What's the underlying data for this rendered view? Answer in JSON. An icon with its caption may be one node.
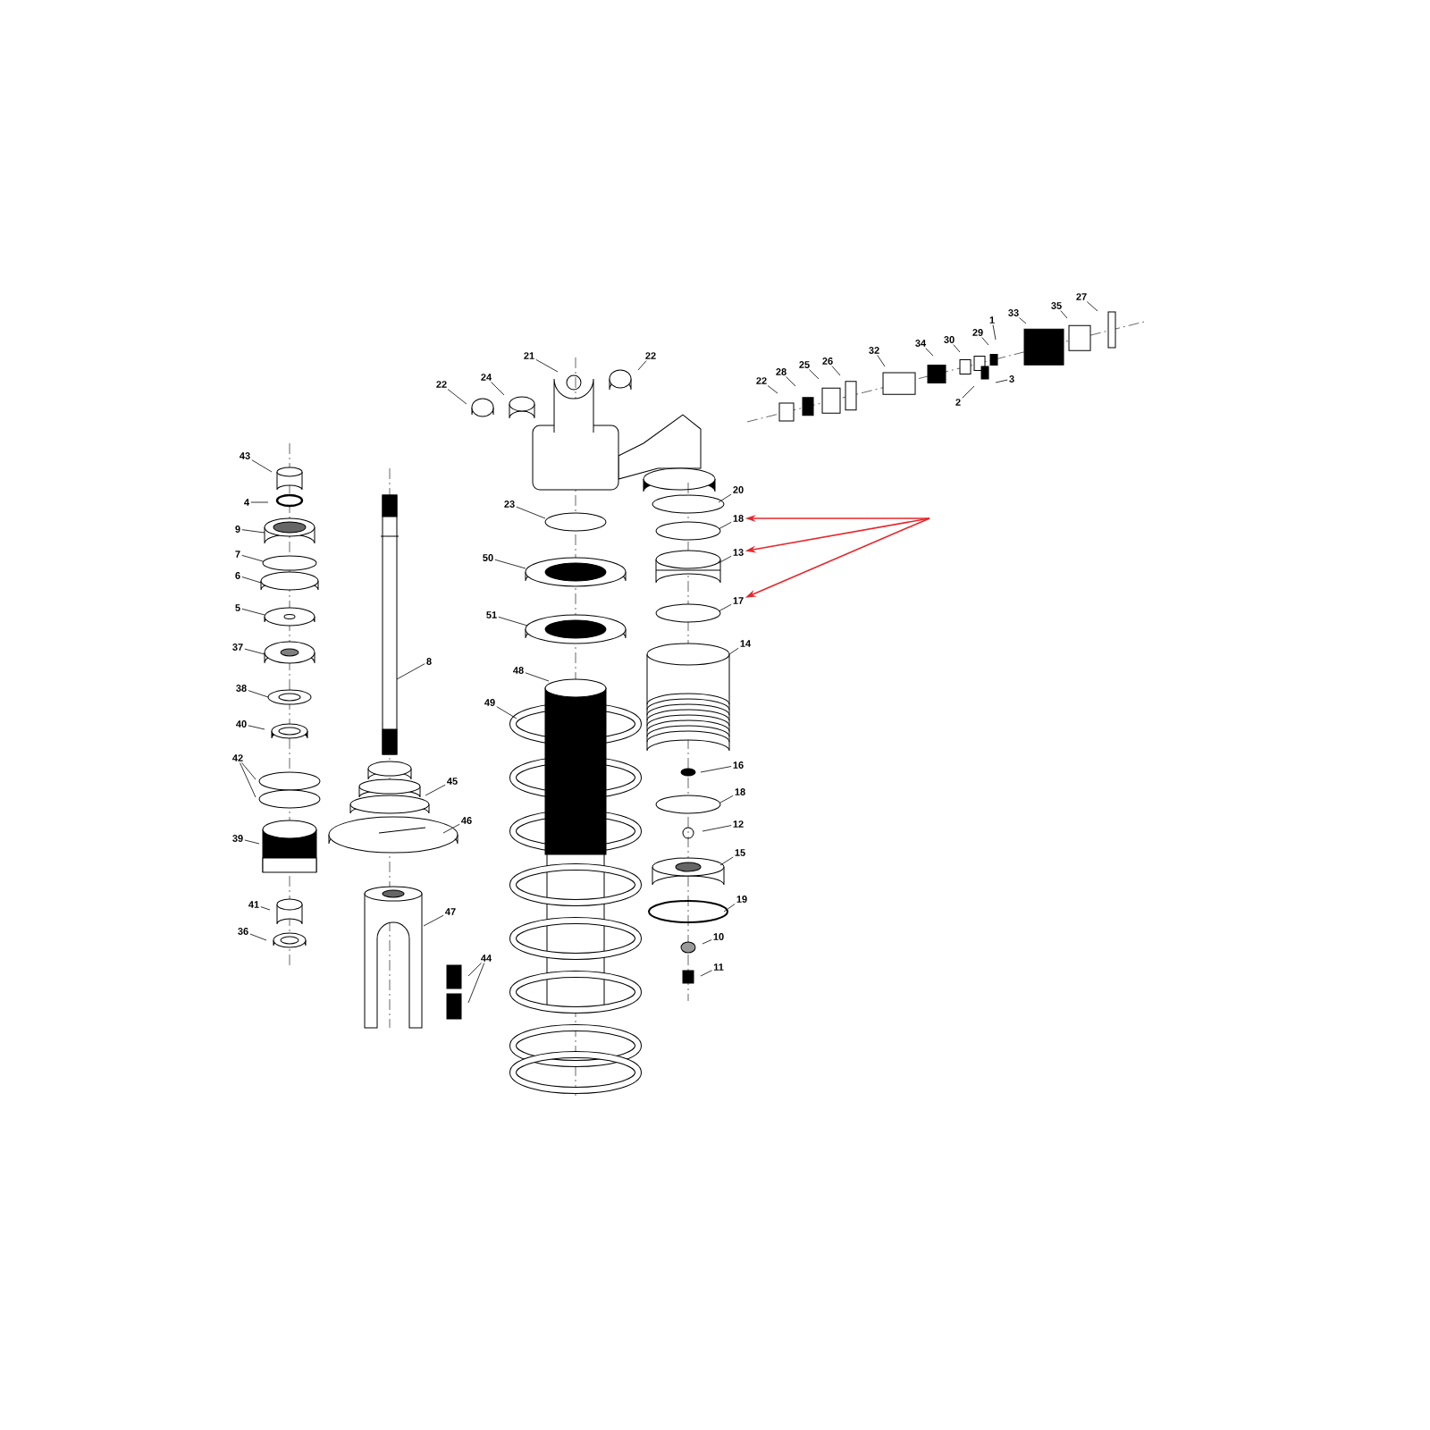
{
  "diagram": {
    "nodes": [
      {
        "text": [
          "43"
        ]
      },
      {
        "text": [
          "4"
        ]
      },
      {
        "text": [
          "9"
        ]
      },
      {
        "text": [
          "7"
        ]
      },
      {
        "text": [
          "6"
        ]
      },
      {
        "text": [
          "5"
        ]
      },
      {
        "text": [
          "37"
        ]
      },
      {
        "text": [
          "38"
        ]
      },
      {
        "text": [
          "40"
        ]
      },
      {
        "text": [
          "42"
        ]
      },
      {
        "text": [
          "39"
        ]
      },
      {
        "text": [
          "41"
        ]
      },
      {
        "text": [
          "36"
        ]
      },
      {
        "text": [
          "8"
        ]
      },
      {
        "text": [
          "45"
        ]
      },
      {
        "text": [
          "46"
        ]
      },
      {
        "text": [
          "47"
        ]
      },
      {
        "text": [
          "44"
        ]
      },
      {
        "text": [
          "21"
        ]
      },
      {
        "text": [
          "22"
        ]
      },
      {
        "text": [
          "22"
        ]
      },
      {
        "text": [
          "24"
        ]
      },
      {
        "text": [
          "23"
        ]
      },
      {
        "text": [
          "50"
        ]
      },
      {
        "text": [
          "51"
        ]
      },
      {
        "text": [
          "48"
        ]
      },
      {
        "text": [
          "49"
        ]
      },
      {
        "text": [
          "20"
        ]
      },
      {
        "text": [
          "18"
        ]
      },
      {
        "text": [
          "13"
        ]
      },
      {
        "text": [
          "17"
        ]
      },
      {
        "text": [
          "14"
        ]
      },
      {
        "text": [
          "16"
        ]
      },
      {
        "text": [
          "18"
        ]
      },
      {
        "text": [
          "12"
        ]
      },
      {
        "text": [
          "15"
        ]
      },
      {
        "text": [
          "19"
        ]
      },
      {
        "text": [
          "10"
        ]
      },
      {
        "text": [
          "11"
        ]
      },
      {
        "text": [
          "22"
        ]
      },
      {
        "text": [
          "28"
        ]
      },
      {
        "text": [
          "25"
        ]
      },
      {
        "text": [
          "26"
        ]
      },
      {
        "text": [
          "32"
        ]
      },
      {
        "text": [
          "34"
        ]
      },
      {
        "text": [
          "30"
        ]
      },
      {
        "text": [
          "29"
        ]
      },
      {
        "text": [
          "1"
        ]
      },
      {
        "text": [
          "33"
        ]
      },
      {
        "text": [
          "35"
        ]
      },
      {
        "text": [
          "27"
        ]
      },
      {
        "text": [
          "2"
        ]
      },
      {
        "text": [
          "3"
        ]
      }
    ],
    "edges": [
      {
        "from": 0,
        "to": null,
        "arrow": "none"
      },
      {
        "from": 1,
        "to": null,
        "arrow": "none"
      },
      {
        "from": 2,
        "to": null,
        "arrow": "none"
      },
      {
        "from": 3,
        "to": null,
        "arrow": "none"
      },
      {
        "from": 4,
        "to": null,
        "arrow": "none"
      },
      {
        "from": 5,
        "to": null,
        "arrow": "none"
      },
      {
        "from": 6,
        "to": null,
        "arrow": "none"
      },
      {
        "from": 7,
        "to": null,
        "arrow": "none"
      },
      {
        "from": 8,
        "to": null,
        "arrow": "none"
      },
      {
        "from": 9,
        "to": null,
        "arrow": "none"
      },
      {
        "from": 10,
        "to": null,
        "arrow": "none"
      },
      {
        "from": 11,
        "to": null,
        "arrow": "none"
      },
      {
        "from": 12,
        "to": null,
        "arrow": "none"
      },
      {
        "from": 13,
        "to": null,
        "arrow": "none"
      },
      {
        "from": 14,
        "to": null,
        "arrow": "none"
      },
      {
        "from": 15,
        "to": null,
        "arrow": "none"
      },
      {
        "from": 16,
        "to": null,
        "arrow": "none"
      },
      {
        "from": 17,
        "to": null,
        "arrow": "none"
      },
      {
        "from": 18,
        "to": null,
        "arrow": "none"
      },
      {
        "from": 19,
        "to": null,
        "arrow": "none"
      },
      {
        "from": 20,
        "to": null,
        "arrow": "none"
      },
      {
        "from": 21,
        "to": null,
        "arrow": "none"
      },
      {
        "from": 22,
        "to": null,
        "arrow": "none"
      },
      {
        "from": 23,
        "to": null,
        "arrow": "none"
      },
      {
        "from": 24,
        "to": null,
        "arrow": "none"
      },
      {
        "from": 25,
        "to": null,
        "arrow": "none"
      },
      {
        "from": 26,
        "to": null,
        "arrow": "none"
      },
      {
        "from": 27,
        "to": null,
        "arrow": "none"
      },
      {
        "from": 28,
        "to": null,
        "arrow": "none"
      },
      {
        "from": 29,
        "to": null,
        "arrow": "none"
      },
      {
        "from": 30,
        "to": null,
        "arrow": "none"
      },
      {
        "from": 31,
        "to": null,
        "arrow": "none"
      },
      {
        "from": 32,
        "to": null,
        "arrow": "none"
      },
      {
        "from": 33,
        "to": null,
        "arrow": "none"
      },
      {
        "from": 34,
        "to": null,
        "arrow": "none"
      },
      {
        "from": 35,
        "to": null,
        "arrow": "none"
      },
      {
        "from": 36,
        "to": null,
        "arrow": "none"
      },
      {
        "from": 37,
        "to": null,
        "arrow": "none"
      },
      {
        "from": 38,
        "to": null,
        "arrow": "none"
      },
      {
        "from": 39,
        "to": null,
        "arrow": "none"
      },
      {
        "from": 40,
        "to": null,
        "arrow": "none"
      },
      {
        "from": 41,
        "to": null,
        "arrow": "none"
      },
      {
        "from": 42,
        "to": null,
        "arrow": "none"
      },
      {
        "from": 43,
        "to": null,
        "arrow": "none"
      },
      {
        "from": 44,
        "to": null,
        "arrow": "none"
      },
      {
        "from": 45,
        "to": null,
        "arrow": "none"
      },
      {
        "from": 46,
        "to": null,
        "arrow": "none"
      },
      {
        "from": 47,
        "to": null,
        "arrow": "none"
      },
      {
        "from": 48,
        "to": null,
        "arrow": "none"
      },
      {
        "from": 49,
        "to": null,
        "arrow": "none"
      },
      {
        "from": 50,
        "to": null,
        "arrow": "none"
      },
      {
        "from": 51,
        "to": null,
        "arrow": "none"
      },
      {
        "from": 52,
        "to": null,
        "arrow": "none"
      },
      {
        "from": 9,
        "to": null,
        "arrow": "none"
      },
      {
        "from": 17,
        "to": null,
        "arrow": "none"
      },
      {
        "from": null,
        "to": 28,
        "arrow": "to",
        "color": "#e8262b"
      },
      {
        "from": null,
        "to": 29,
        "arrow": "to",
        "color": "#e8262b"
      },
      {
        "from": null,
        "to": 30,
        "arrow": "to",
        "color": "#e8262b"
      }
    ]
  }
}
